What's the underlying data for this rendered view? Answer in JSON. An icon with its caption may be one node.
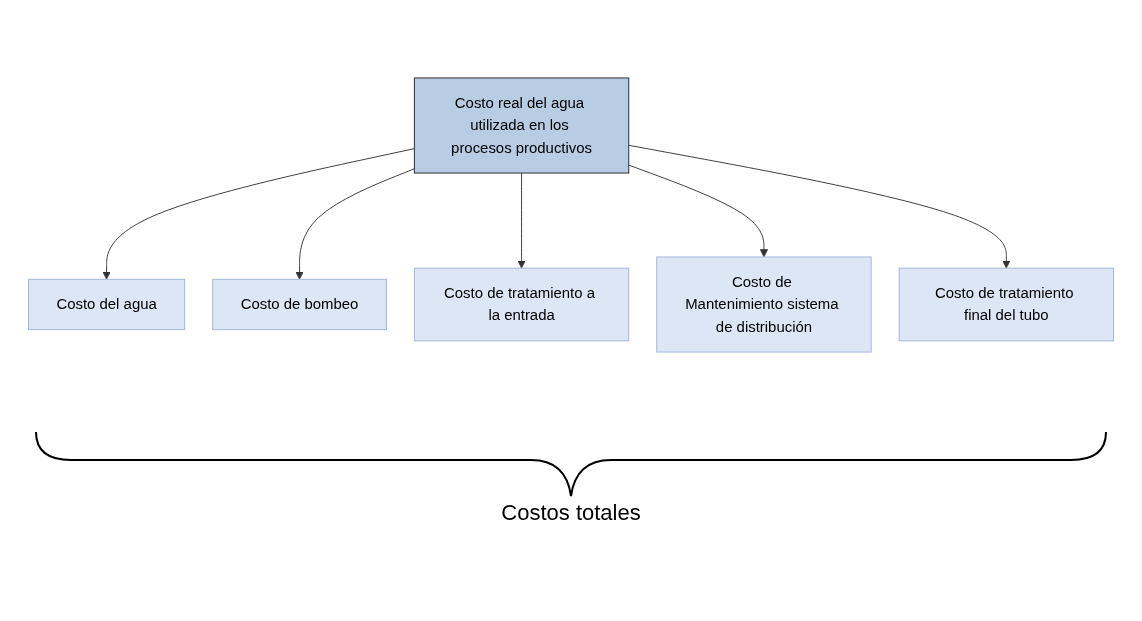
{
  "diagram": {
    "nodes": [
      {
        "text": [
          "Costo real del agua utilizada en los procesos productivos"
        ]
      },
      {
        "text": [
          "Costo del agua"
        ]
      },
      {
        "text": [
          "Costo de bombeo"
        ]
      },
      {
        "text": [
          "Costo de tratamiento a la entrada"
        ]
      },
      {
        "text": [
          "Costo de Mantenimiento sistema de distribución"
        ]
      },
      {
        "text": [
          "Costo de tratamiento final del tubo"
        ]
      }
    ],
    "edges": [
      {
        "from": 0,
        "to": 1,
        "arrow": "to"
      },
      {
        "from": 0,
        "to": 2,
        "arrow": "to"
      },
      {
        "from": 0,
        "to": 3,
        "arrow": "to"
      },
      {
        "from": 0,
        "to": 4,
        "arrow": "to"
      },
      {
        "from": 0,
        "to": 5,
        "arrow": "to"
      }
    ],
    "labels": [
      "Costos totales"
    ]
  }
}
